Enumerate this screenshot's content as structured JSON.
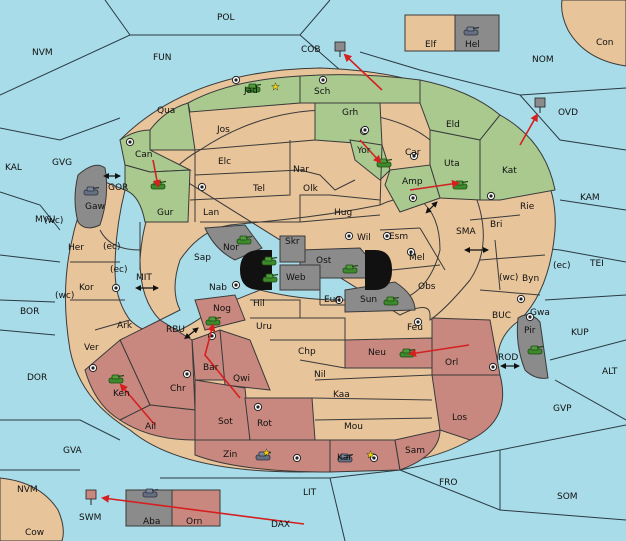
{
  "colors": {
    "sea": "#a8dce8",
    "land": "#e8c49a",
    "green": "#a9c98f",
    "red": "#c8887f",
    "gray": "#8b8b8b",
    "black": "#111111",
    "order_arrow": "#d42020",
    "center": "#222222",
    "unit": "#3d8a2c"
  },
  "regions": {
    "POL": "POL",
    "NVM": "NVM",
    "FUN": "FUN",
    "COB": "COB",
    "NOM": "NOM",
    "Con": "Con",
    "Elf": "Elf",
    "Hel": "Hel",
    "OVD": "OVD",
    "KAL": "KAL",
    "GVG": "GVG",
    "GOR": "GOR",
    "KAM": "KAM",
    "MVU": "MVU",
    "SMA": "SMA",
    "TEI": "TEI",
    "BOR": "BOR",
    "MIT": "MIT",
    "BUC": "BUC",
    "KUP": "KUP",
    "RBU": "RBU",
    "ROD": "ROD",
    "DOR": "DOR",
    "ALT": "ALT",
    "GVP": "GVP",
    "GVA": "GVA",
    "FRO": "FRO",
    "SOM": "SOM",
    "NVM2": "NVM",
    "LIT": "LIT",
    "SWM": "SWM",
    "DAX": "DAX",
    "Cow": "Cow",
    "Aba": "Aba",
    "Orn": "Orn",
    "Jad": "Jad",
    "Sch": "Sch",
    "Qua": "Qua",
    "Grh": "Grh",
    "Eld": "Eld",
    "Jos": "Jos",
    "Can": "Can",
    "Elc": "Elc",
    "Nar": "Nar",
    "Yor": "Yor",
    "Car": "Car",
    "Uta": "Uta",
    "Kat": "Kat",
    "Tel": "Tel",
    "Olk": "Olk",
    "Amp": "Amp",
    "Gaw": "Gaw",
    "Gur": "Gur",
    "Lan": "Lan",
    "Hug": "Hug",
    "Rie": "Rie",
    "Bri": "Bri",
    "Nor": "Nor",
    "Skr": "Skr",
    "Wil": "Wil",
    "Esm": "Esm",
    "Her": "Her",
    "wc1": "(wc)",
    "ec1": "(ec)",
    "Sap": "Sap",
    "Ost": "Ost",
    "Mel": "Mel",
    "Web": "Web",
    "ec2": "(ec)",
    "wc2": "(wc)",
    "Byn": "Byn",
    "Kor": "Kor",
    "Nab": "Nab",
    "Eun": "Eun",
    "Sun": "Sun",
    "Obs": "Obs",
    "wc3": "(wc)",
    "Gwa": "Gwa",
    "ec3": "(ec)",
    "Hil": "Hil",
    "Nog": "Nog",
    "Ark": "Ark",
    "Uru": "Uru",
    "Feu": "Feu",
    "Pir": "Pir",
    "Ver": "Ver",
    "Chp": "Chp",
    "Neu": "Neu",
    "Orl": "Orl",
    "Bar": "Bar",
    "Qwi": "Qwi",
    "Nil": "Nil",
    "Chr": "Chr",
    "Ken": "Ken",
    "Kaa": "Kaa",
    "Los": "Los",
    "Sot": "Sot",
    "Rot": "Rot",
    "Ail": "Ail",
    "Mou": "Mou",
    "Sam": "Sam",
    "Zin": "Zin",
    "Kar": "Kar"
  }
}
